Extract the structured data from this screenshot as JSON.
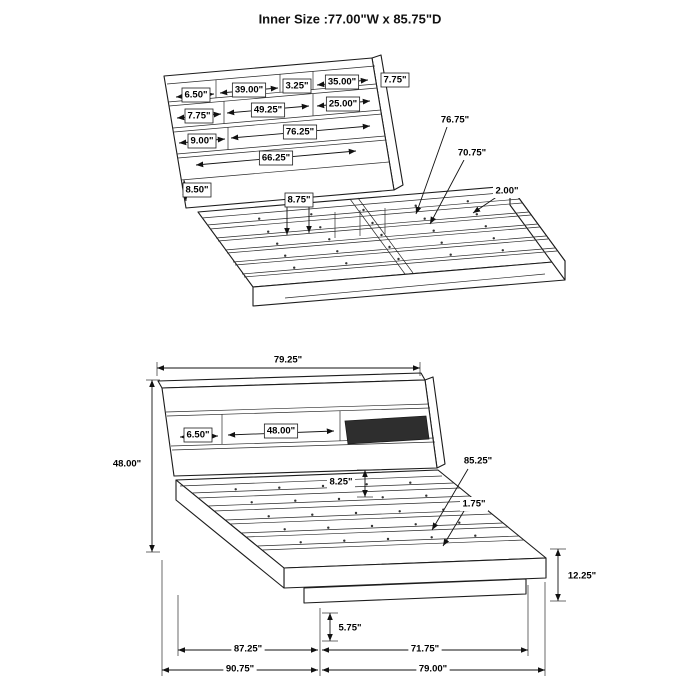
{
  "title": "Inner Size :77.00\"W x 85.75\"D",
  "top_view": {
    "shelf_widths": {
      "w1": "6.50\"",
      "w2": "39.00\"",
      "w3": "3.25\"",
      "w4": "35.00\""
    },
    "side_height": "7.75\"",
    "row2": {
      "w1": "7.75\"",
      "w2": "49.25\"",
      "w3": "25.00\""
    },
    "row3": {
      "w1": "9.00\"",
      "w2": "76.25\""
    },
    "inner_width": "66.25\"",
    "rail_height": "8.50\"",
    "support_height": "8.75\"",
    "depth_outer": "76.75\"",
    "depth_inner": "70.75\"",
    "rail_thickness": "2.00\""
  },
  "front_view": {
    "overall_width": "79.25\"",
    "overall_height": "48.00\"",
    "shelf_depth": "6.50\"",
    "shelf_width": "48.00\"",
    "rail_height": "8.25\"",
    "slat_length": "85.25\"",
    "slat_thickness": "1.75\"",
    "platform_height": "12.25\"",
    "base_height": "5.75\"",
    "depth_a": "87.25\"",
    "depth_b": "71.75\"",
    "overall_depth_a": "90.75\"",
    "overall_depth_b": "79.00\""
  }
}
